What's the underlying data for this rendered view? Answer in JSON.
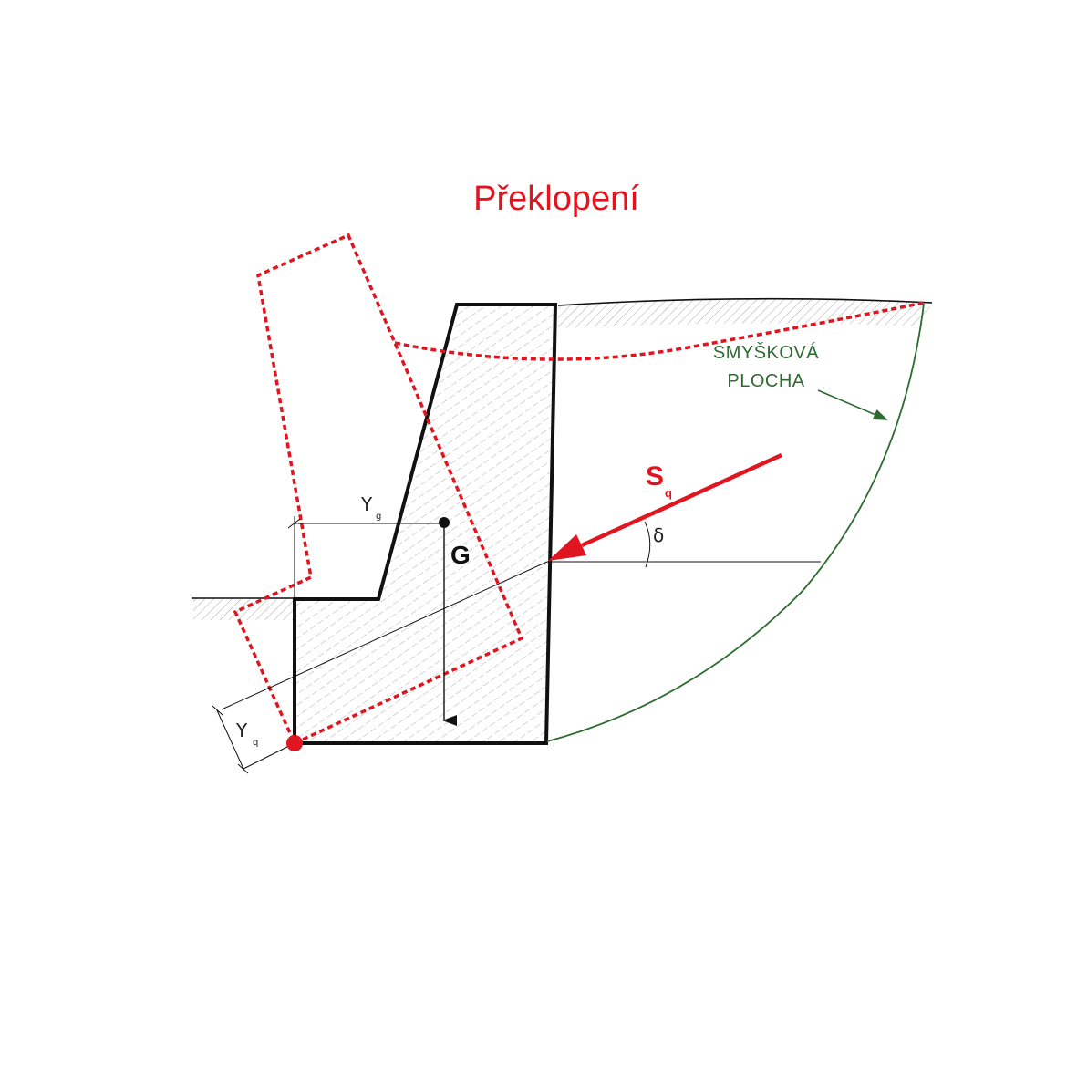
{
  "title": "Překlopení",
  "slip_surface_label": {
    "line1": "SMYŠKOVÁ",
    "line2": "PLOCHA"
  },
  "earth_pressure": {
    "symbol": "S",
    "subscript": "q"
  },
  "angle_symbol": "δ",
  "weight_symbol": "G",
  "arm_g": {
    "symbol": "Y",
    "subscript": "g"
  },
  "arm_q": {
    "symbol": "Y",
    "subscript": "q"
  },
  "colors": {
    "red": "#e0151f",
    "green": "#2e6b30",
    "black": "#111111",
    "hatch": "#9a9a9a"
  }
}
